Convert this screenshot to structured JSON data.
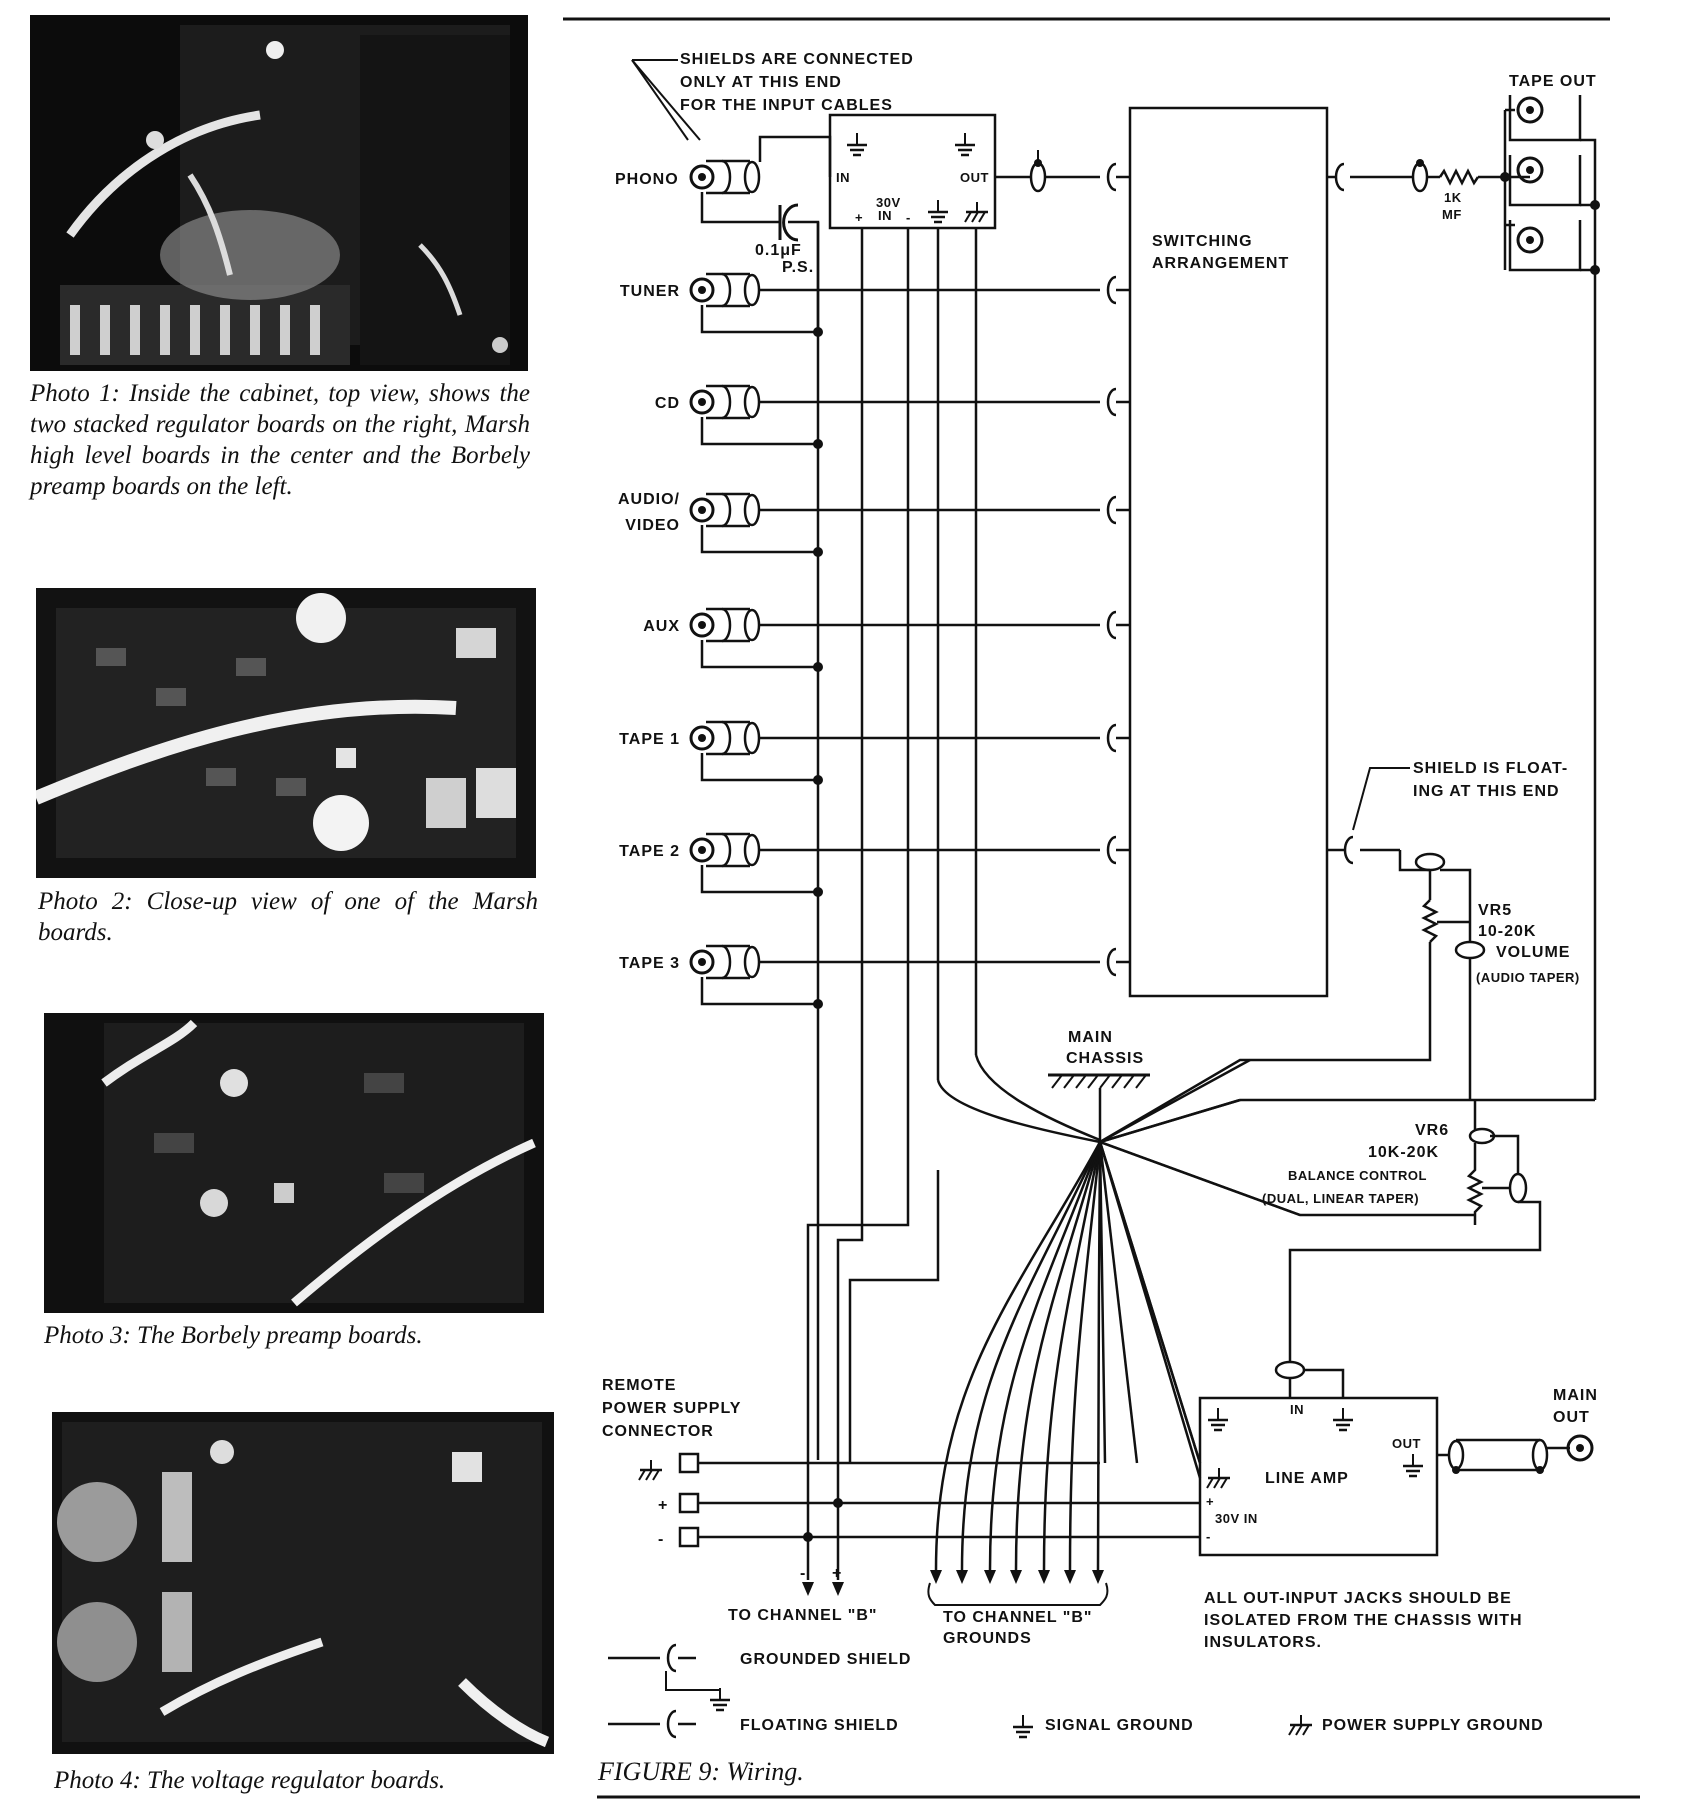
{
  "photos": [
    {
      "caption": "Photo 1: Inside the cabinet, top view, shows the two stacked regulator boards on the right, Marsh high level boards in the center and the Borbely preamp boards on the left."
    },
    {
      "caption": "Photo 2: Close-up view of one of the Marsh boards."
    },
    {
      "caption": "Photo 3: The Borbely preamp boards."
    },
    {
      "caption": "Photo 4: The voltage regulator boards."
    }
  ],
  "figure": {
    "caption": "FIGURE 9: Wiring.",
    "shield_note": [
      "SHIELDS ARE CONNECTED",
      "ONLY AT THIS END",
      "FOR THE INPUT CABLES"
    ],
    "inputs": [
      "PHONO",
      "TUNER",
      "CD",
      "AUDIO/",
      "VIDEO",
      "AUX",
      "TAPE 1",
      "TAPE 2",
      "TAPE 3"
    ],
    "phono_board": {
      "in": "IN",
      "out": "OUT",
      "v30": "30V",
      "vin": "IN",
      "plus": "+",
      "minus": "-"
    },
    "capacitor": {
      "value": "0.1μF",
      "type": "P.S."
    },
    "switching": [
      "SWITCHING",
      "ARRANGEMENT"
    ],
    "tape_out": "TAPE OUT",
    "resistor": {
      "value": "1K",
      "type": "MF"
    },
    "float_note": [
      "SHIELD IS FLOAT-",
      "ING AT THIS END"
    ],
    "vr5": [
      "VR5",
      "10-20K",
      "VOLUME",
      "(AUDIO TAPER)"
    ],
    "chassis": [
      "MAIN",
      "CHASSIS"
    ],
    "vr6": [
      "VR6",
      "10K-20K",
      "BALANCE CONTROL",
      "(DUAL, LINEAR TAPER)"
    ],
    "remote": [
      "REMOTE",
      "POWER SUPPLY",
      "CONNECTOR"
    ],
    "remote_plus": "+",
    "remote_minus": "-",
    "line_amp": {
      "name": "LINE AMP",
      "in": "IN",
      "out": "OUT",
      "v30": "30V IN",
      "plus": "+",
      "minus": "-"
    },
    "main_out": [
      "MAIN",
      "OUT"
    ],
    "to_channel_b": "TO CHANNEL \"B\"",
    "to_channel_b_grounds": [
      "TO CHANNEL \"B\"",
      "GROUNDS"
    ],
    "b_minus": "-",
    "b_plus": "+",
    "isolation_note": [
      "ALL OUT-INPUT JACKS SHOULD BE",
      "ISOLATED FROM THE CHASSIS WITH",
      "INSULATORS."
    ],
    "legend": {
      "grounded": "GROUNDED SHIELD",
      "floating": "FLOATING SHIELD",
      "signal_ground": "SIGNAL GROUND",
      "ps_ground": "POWER SUPPLY GROUND"
    }
  }
}
